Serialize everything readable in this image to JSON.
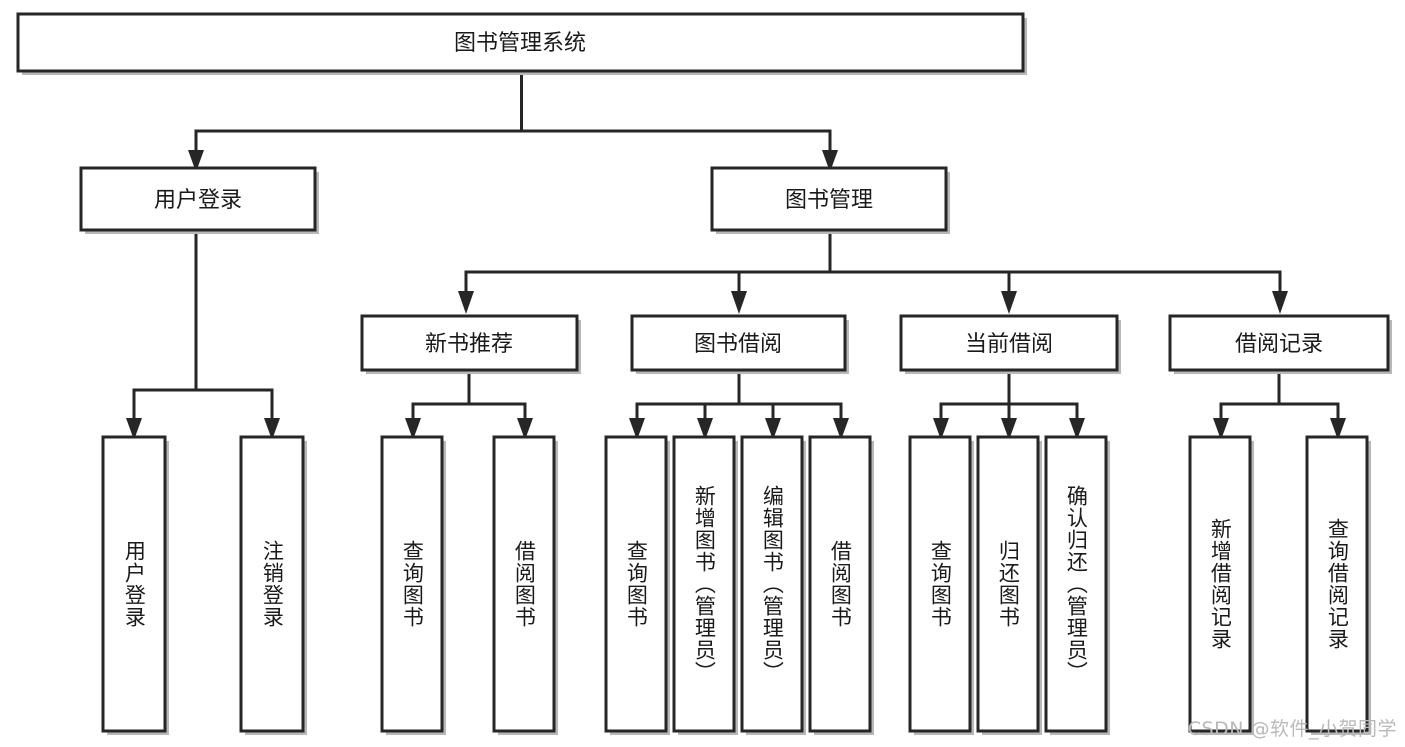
{
  "diagram": {
    "type": "tree",
    "title": "图书管理系统",
    "orientation": "top-down",
    "colors": {
      "background": "#ffffff",
      "node_fill": "#ffffff",
      "node_stroke": "#262626",
      "text": "#1a1a1a",
      "shadow": "#b8b8b8",
      "watermark": "#b9b9b9"
    },
    "levels": {
      "root": "图书管理系统",
      "level2": [
        "用户登录",
        "图书管理"
      ],
      "level3": [
        "新书推荐",
        "图书借阅",
        "当前借阅",
        "借阅记录"
      ],
      "leaves": [
        "用户登录",
        "注销登录",
        "查询图书",
        "借阅图书",
        "查询图书",
        "新增图书（管理员）",
        "编辑图书（管理员）",
        "借阅图书",
        "查询图书",
        "归还图书",
        "确认归还（管理员）",
        "新增借阅记录",
        "查询借阅记录"
      ]
    },
    "nodes": {
      "root": {
        "label": "图书管理系统"
      },
      "user_login": {
        "label": "用户登录"
      },
      "book_manage": {
        "label": "图书管理"
      },
      "new_book_rec": {
        "label": "新书推荐"
      },
      "book_borrow": {
        "label": "图书借阅"
      },
      "current_borrow": {
        "label": "当前借阅"
      },
      "borrow_record": {
        "label": "借阅记录"
      },
      "leaf_user_login": {
        "label": "用户登录"
      },
      "leaf_logout": {
        "label": "注销登录"
      },
      "leaf_query_book_1": {
        "label": "查询图书"
      },
      "leaf_borrow_book_1": {
        "label": "借阅图书"
      },
      "leaf_query_book_2": {
        "label": "查询图书"
      },
      "leaf_add_book_admin": {
        "label": "新增图书（管理员）"
      },
      "leaf_edit_book_admin": {
        "label": "编辑图书（管理员）"
      },
      "leaf_borrow_book_2": {
        "label": "借阅图书"
      },
      "leaf_query_book_3": {
        "label": "查询图书"
      },
      "leaf_return_book": {
        "label": "归还图书"
      },
      "leaf_confirm_return_admin": {
        "label": "确认归还（管理员）"
      },
      "leaf_add_record": {
        "label": "新增借阅记录"
      },
      "leaf_query_record": {
        "label": "查询借阅记录"
      }
    },
    "edges": [
      {
        "from": "root",
        "to": "user_login"
      },
      {
        "from": "root",
        "to": "book_manage"
      },
      {
        "from": "user_login",
        "to": "leaf_user_login"
      },
      {
        "from": "user_login",
        "to": "leaf_logout"
      },
      {
        "from": "book_manage",
        "to": "new_book_rec"
      },
      {
        "from": "book_manage",
        "to": "book_borrow"
      },
      {
        "from": "book_manage",
        "to": "current_borrow"
      },
      {
        "from": "book_manage",
        "to": "borrow_record"
      },
      {
        "from": "new_book_rec",
        "to": "leaf_query_book_1"
      },
      {
        "from": "new_book_rec",
        "to": "leaf_borrow_book_1"
      },
      {
        "from": "book_borrow",
        "to": "leaf_query_book_2"
      },
      {
        "from": "book_borrow",
        "to": "leaf_add_book_admin"
      },
      {
        "from": "book_borrow",
        "to": "leaf_edit_book_admin"
      },
      {
        "from": "book_borrow",
        "to": "leaf_borrow_book_2"
      },
      {
        "from": "current_borrow",
        "to": "leaf_query_book_3"
      },
      {
        "from": "current_borrow",
        "to": "leaf_return_book"
      },
      {
        "from": "current_borrow",
        "to": "leaf_confirm_return_admin"
      },
      {
        "from": "borrow_record",
        "to": "leaf_add_record"
      },
      {
        "from": "borrow_record",
        "to": "leaf_query_record"
      }
    ]
  },
  "watermark": {
    "text": "CSDN @软件_小贺同学"
  }
}
